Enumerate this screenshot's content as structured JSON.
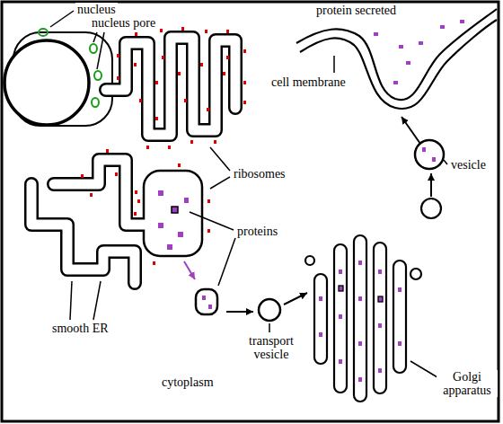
{
  "diagram": {
    "labels": [
      "nucleus",
      "nucleus pore",
      "protein secreted",
      "cell membrane",
      "ribosomes",
      "proteins",
      "vesicle",
      "smooth ER",
      "transport vesicle",
      "cytoplasm",
      "Golgi apparatus"
    ]
  }
}
